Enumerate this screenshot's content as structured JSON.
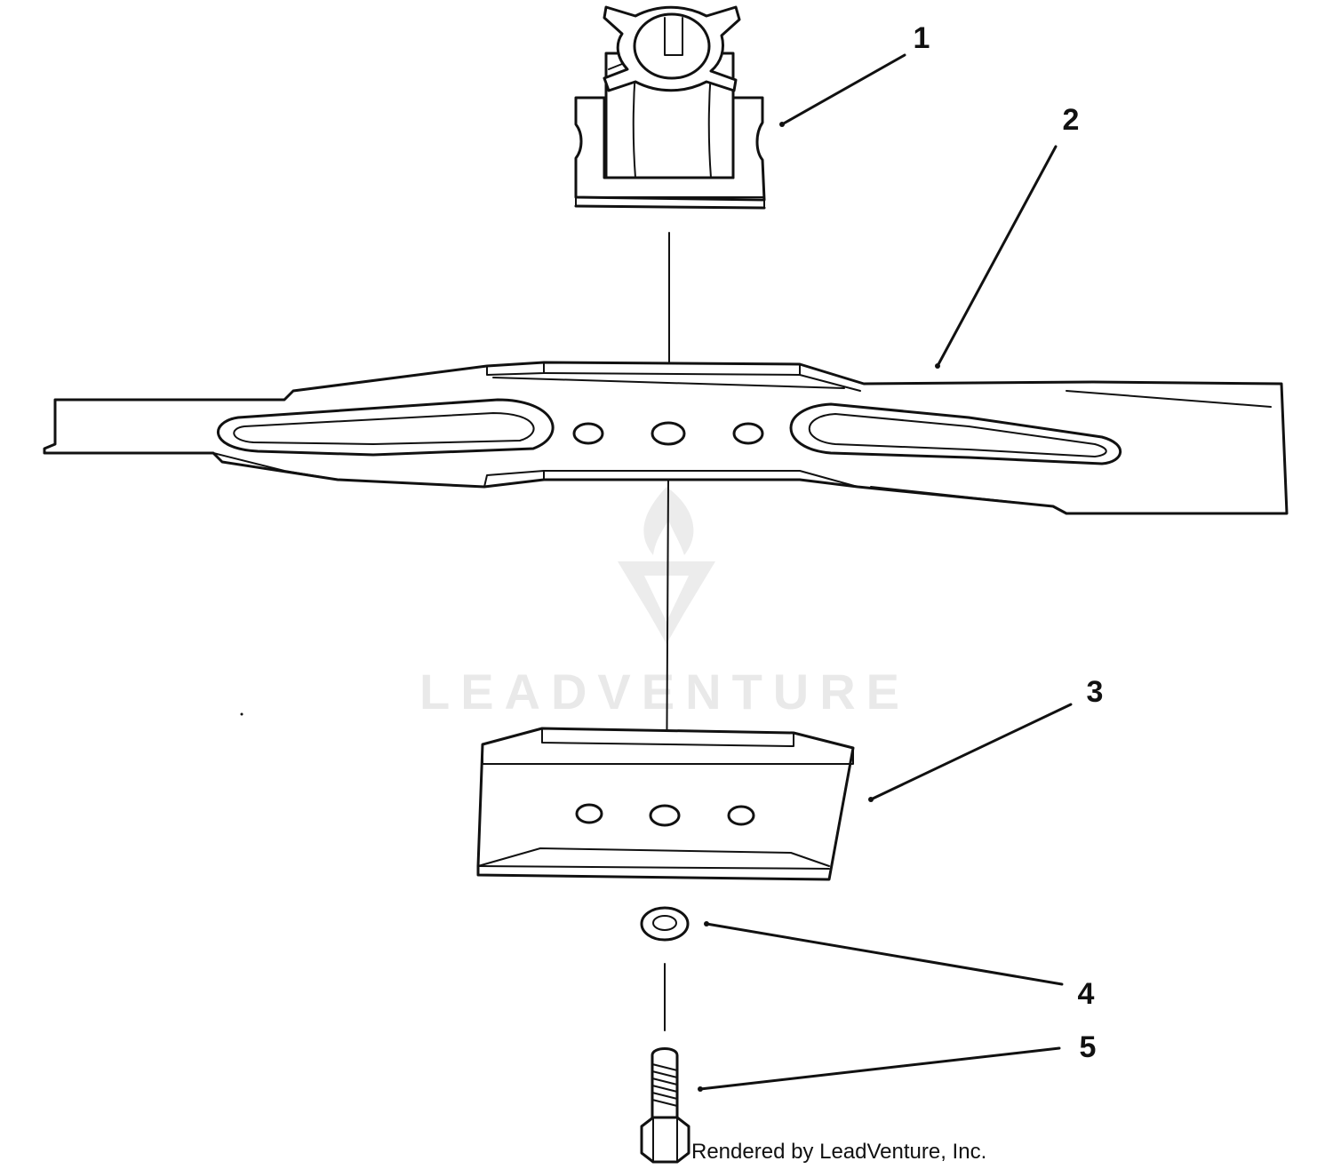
{
  "watermark": {
    "text": "LEADVENTURE",
    "color": "#e9e9e9"
  },
  "credit": "Rendered by LeadVenture, Inc.",
  "callouts": [
    {
      "part": "blade-adapter",
      "number": "1"
    },
    {
      "part": "blade",
      "number": "2"
    },
    {
      "part": "stiffener-plate",
      "number": "3"
    },
    {
      "part": "washer",
      "number": "4"
    },
    {
      "part": "bolt",
      "number": "5"
    }
  ],
  "colors": {
    "ink": "#111111",
    "background": "#ffffff"
  }
}
